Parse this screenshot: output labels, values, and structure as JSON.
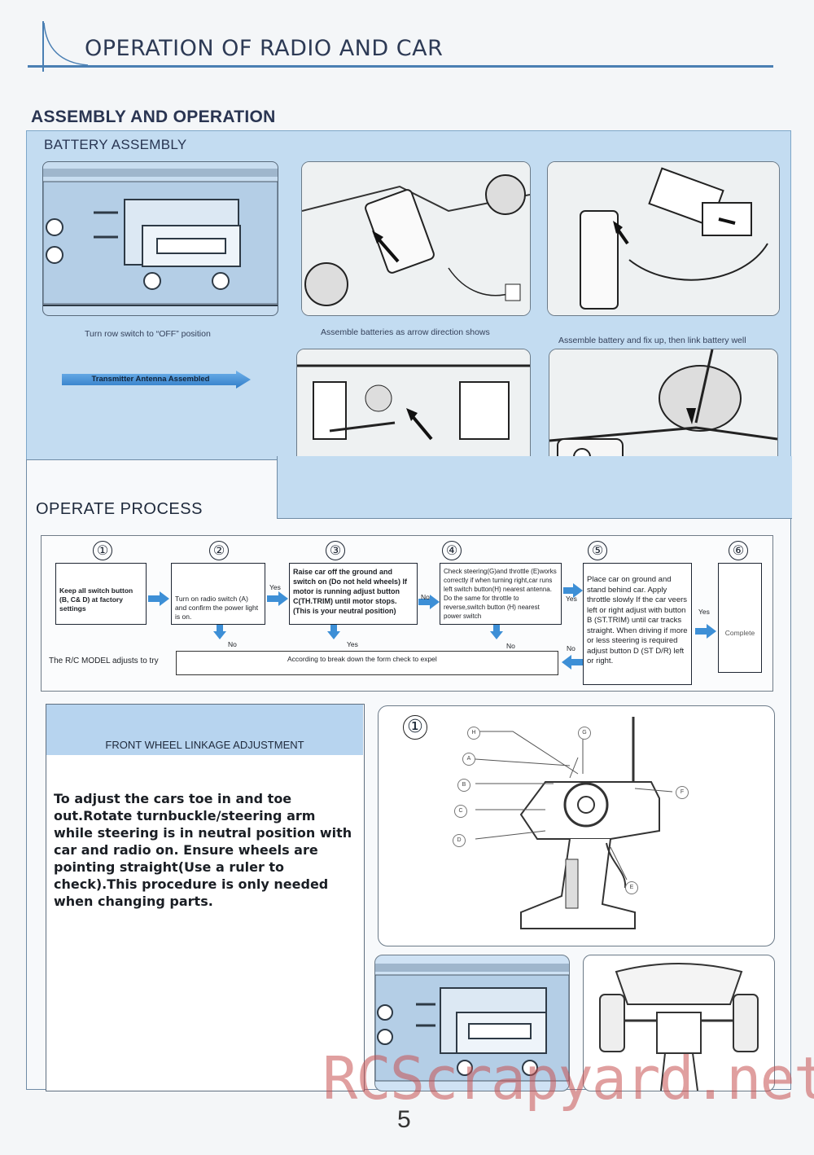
{
  "header": {
    "title": "OPERATION OF RADIO AND CAR"
  },
  "section": {
    "title": "ASSEMBLY AND OPERATION"
  },
  "battery": {
    "title": "BATTERY ASSEMBLY",
    "caption_switch": "Turn row switch to “OFF” position",
    "arrow_label": "Transmitter Antenna Assembled",
    "caption_assemble": "Assemble batteries as arrow direction shows",
    "caption_fix": "Assemble battery and fix up, then link battery well"
  },
  "operate": {
    "title": "OPERATE  PROCESS",
    "steps": [
      {
        "num": "①",
        "text": "Keep all switch button (B, C& D) at factory settings"
      },
      {
        "num": "②",
        "text": "Turn on radio switch (A) and confirm the power light is on."
      },
      {
        "num": "③",
        "text": "Raise car off the ground and switch on (Do not held wheels) If motor is running adjust button C(TH.TRIM) until motor stops. (This is your neutral position)"
      },
      {
        "num": "④",
        "text": "Check steering(G)and throttle (E)works correctly if when turning right,car runs left switch button(H) nearest antenna. Do the same for throttle to reverse,switch button (H) nearest power switch"
      },
      {
        "num": "⑤",
        "text": "Place car on ground and stand behind car. Apply throttle slowly If the car veers left or right adjust with button B (ST.TRIM) until car tracks straight. When driving if more or less steering is required adjust button D (ST D/R) left or right."
      },
      {
        "num": "⑥",
        "text": "Complete"
      }
    ],
    "yes": "Yes",
    "no": "No",
    "adjust_label": "The R/C MODEL adjusts to try",
    "breakdown_text": "According to break down the form check to expel"
  },
  "front_wheel": {
    "title": "FRONT WHEEL LINKAGE ADJUSTMENT",
    "text": "To adjust the cars toe in and toe out.Rotate turnbuckle/steering arm while steering is in neutral position with car and radio on. Ensure wheels are pointing straight(Use a ruler to check).This procedure is only needed when changing parts."
  },
  "diagram": {
    "num": "①",
    "labels": {
      "h": "H",
      "a": "A",
      "b": "B",
      "c": "C",
      "d": "D",
      "g": "G",
      "f": "F",
      "e": "E"
    }
  },
  "watermark": "RCScrapyard.net",
  "page_number": "5",
  "colors": {
    "panel_blue": "#c3dcf1",
    "accent_line": "#4a7fb3",
    "flow_arrow": "#3d8fd6"
  }
}
